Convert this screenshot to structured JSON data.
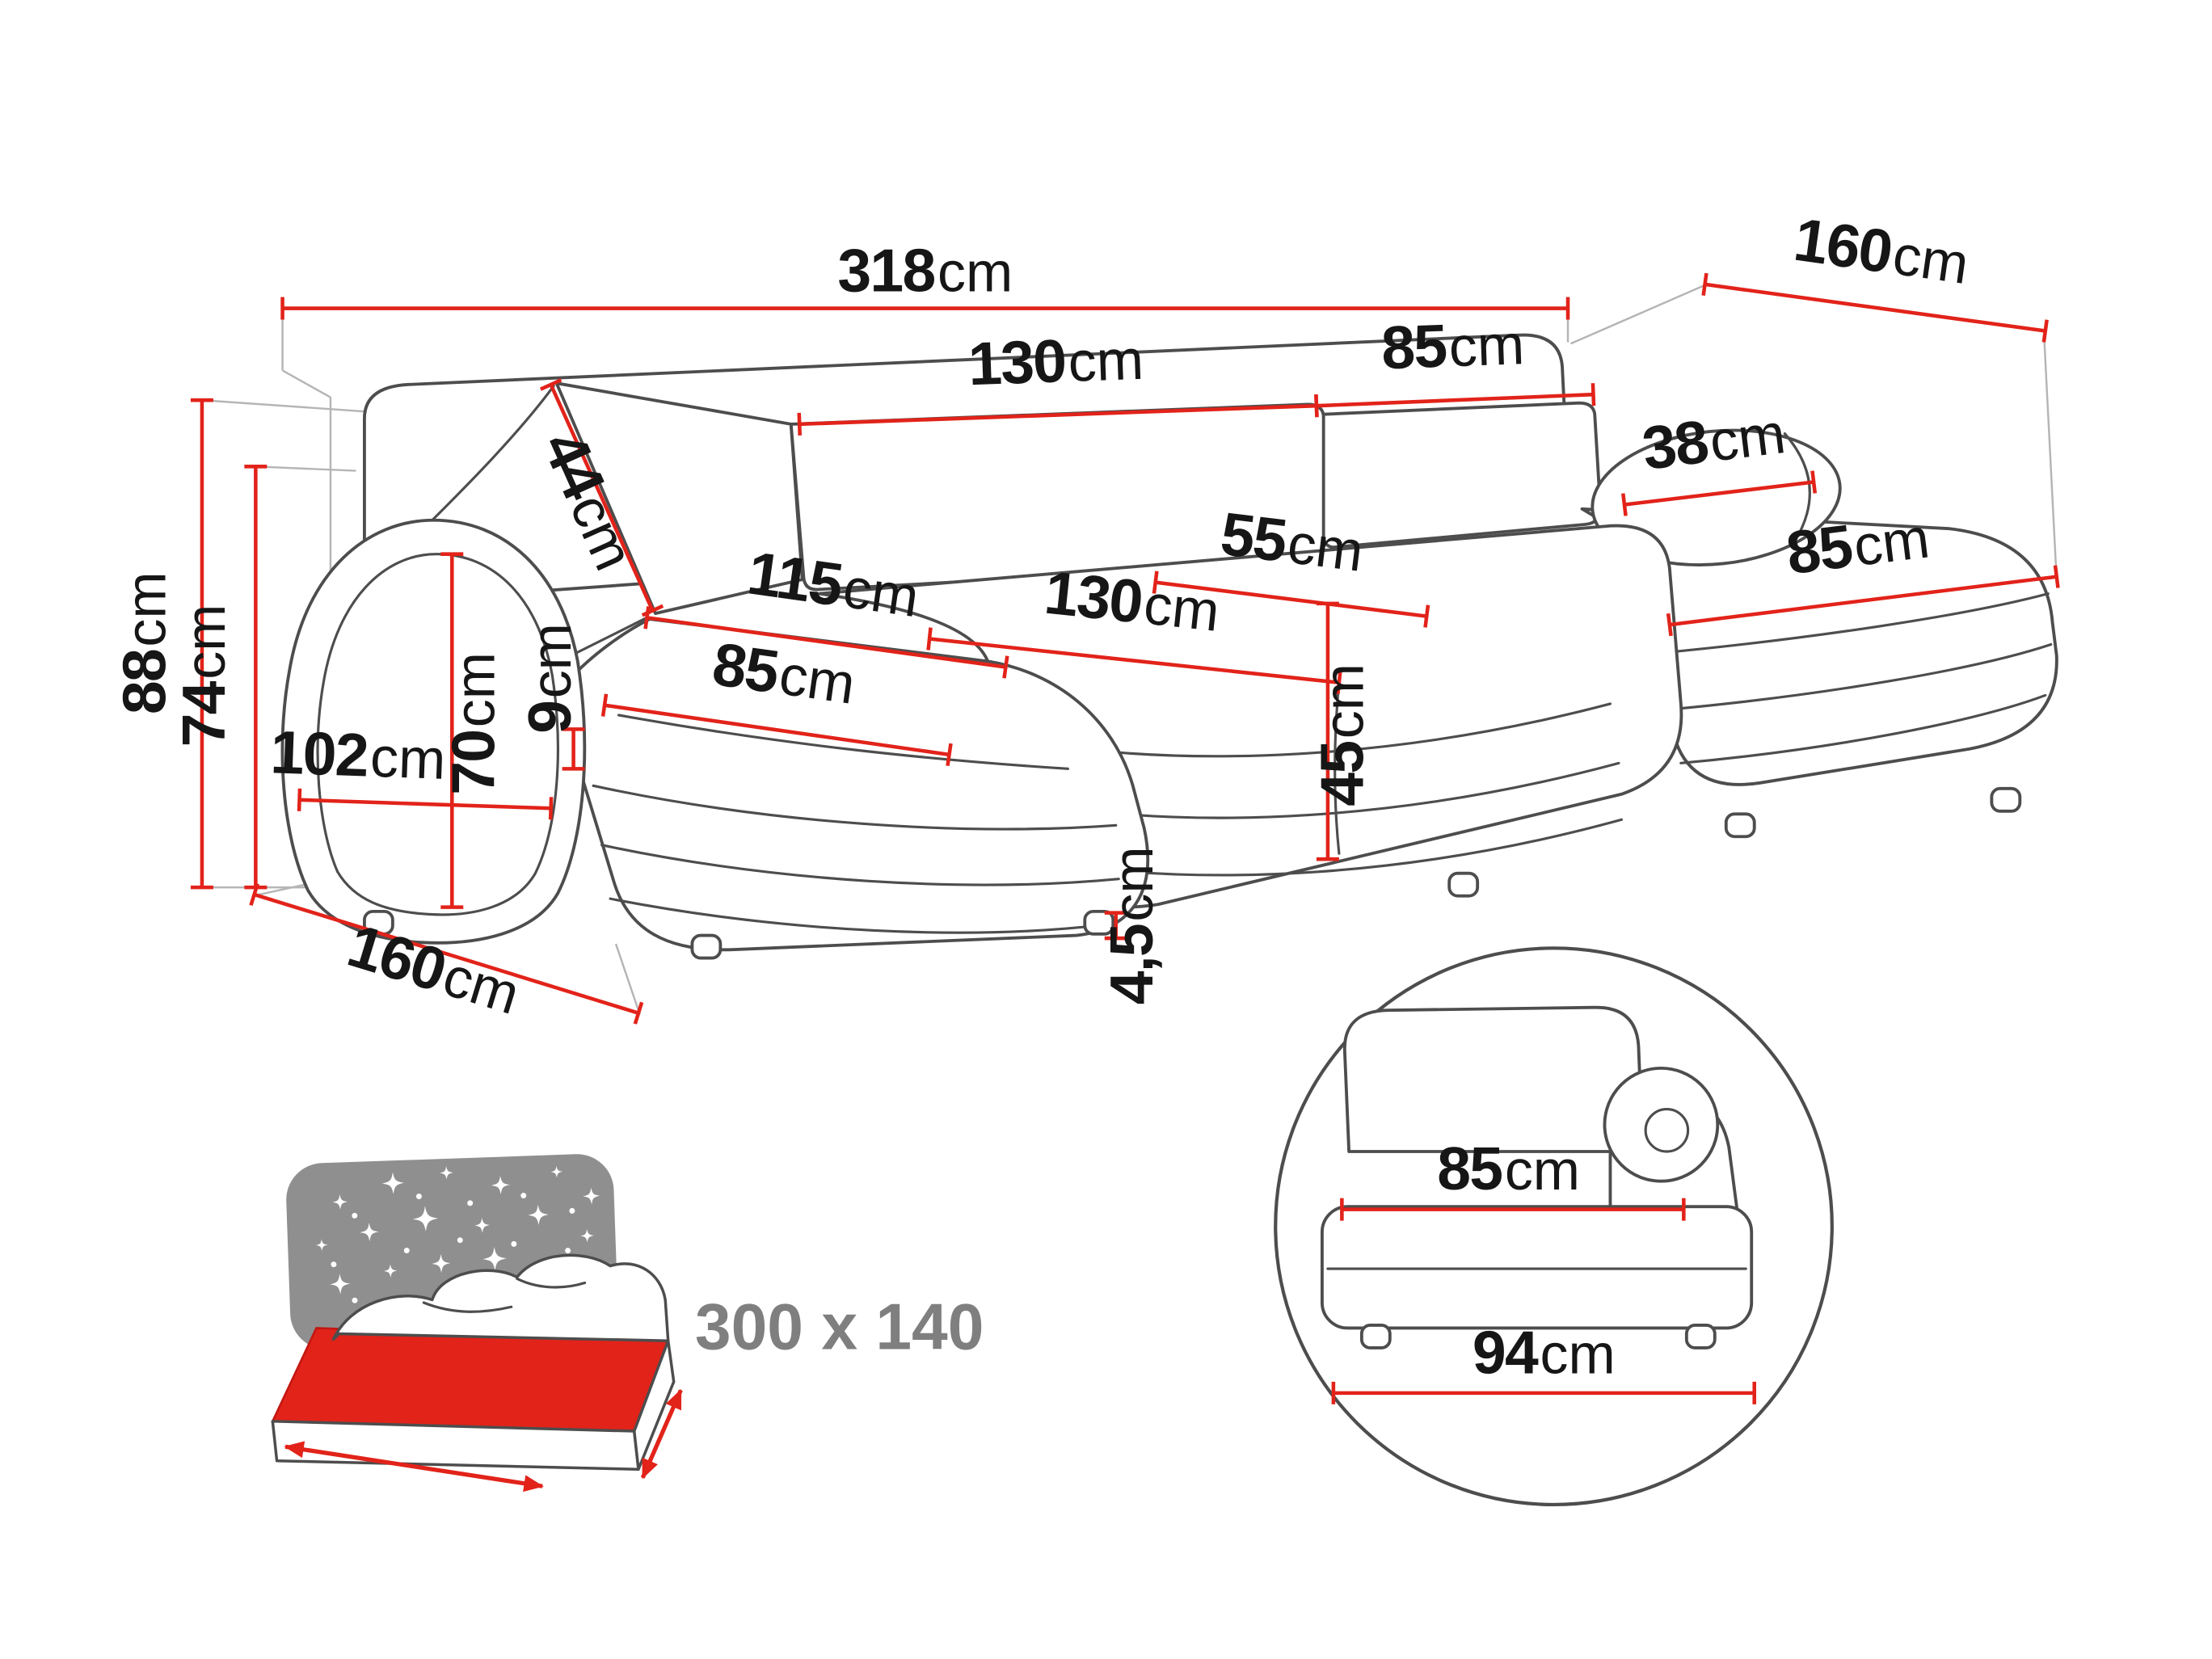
{
  "colors": {
    "dimension_red": "#e2231a",
    "outline_gray": "#4d4d4d",
    "guide_gray": "#b5b5b5",
    "label_black": "#161616",
    "headboard_gray": "#8f8f8f",
    "bed_text_gray": "#7f7f7f",
    "background": "#ffffff"
  },
  "unit_default": "cm",
  "dims": {
    "total_width": {
      "value": "318",
      "unit": "cm"
    },
    "right_depth": {
      "value": "160",
      "unit": "cm"
    },
    "back_cushion_long": {
      "value": "130",
      "unit": "cm"
    },
    "back_cushion_short": {
      "value": "85",
      "unit": "cm"
    },
    "backrest_height": {
      "value": "44",
      "unit": "cm"
    },
    "bolster_diameter": {
      "value": "38",
      "unit": "cm"
    },
    "left_seat_length": {
      "value": "115",
      "unit": "cm"
    },
    "left_seat_width": {
      "value": "85",
      "unit": "cm"
    },
    "middle_seat_width": {
      "value": "130",
      "unit": "cm"
    },
    "seat_depth": {
      "value": "55",
      "unit": "cm"
    },
    "right_seat_width": {
      "value": "85",
      "unit": "cm"
    },
    "total_height": {
      "value": "88",
      "unit": "cm"
    },
    "backrest_top_height": {
      "value": "74",
      "unit": "cm"
    },
    "armrest_height": {
      "value": "70",
      "unit": "cm"
    },
    "armrest_top_width": {
      "value": "9",
      "unit": "cm"
    },
    "armrest_length": {
      "value": "102",
      "unit": "cm"
    },
    "left_depth": {
      "value": "160",
      "unit": "cm"
    },
    "seat_height": {
      "value": "45",
      "unit": "cm"
    },
    "leg_height": {
      "value": "4,5",
      "unit": "cm"
    },
    "module_seat_width": {
      "value": "85",
      "unit": "cm"
    },
    "module_total_width": {
      "value": "94",
      "unit": "cm"
    }
  },
  "sleeping_area": {
    "label": "300 x 140"
  }
}
